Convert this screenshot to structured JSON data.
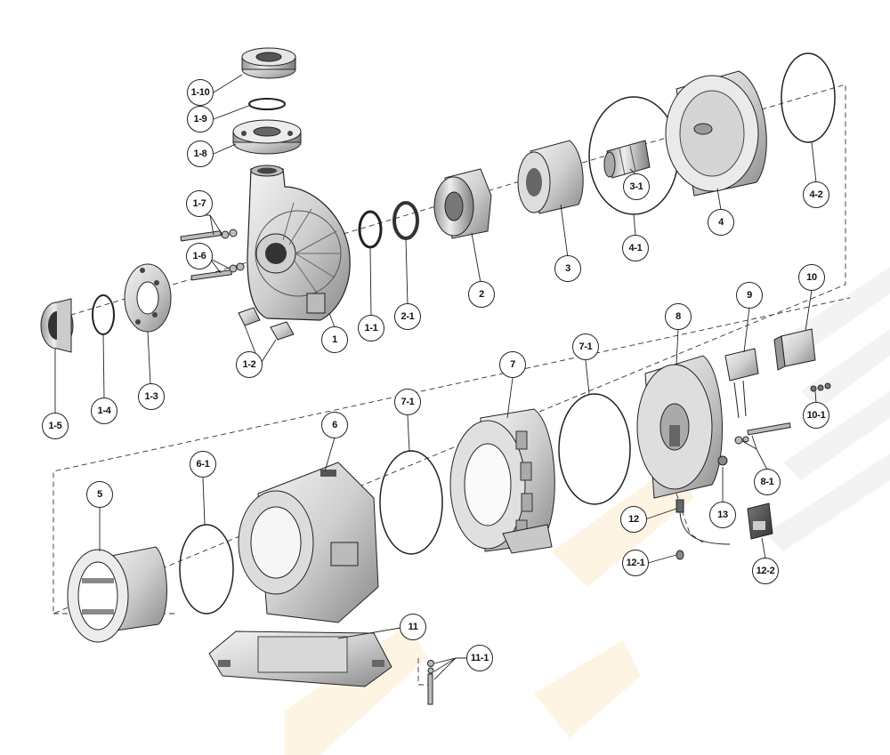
{
  "diagram": {
    "labels": {
      "p1_10": "1-10",
      "p1_9": "1-9",
      "p1_8": "1-8",
      "p1_7": "1-7",
      "p1_6": "1-6",
      "p1_5": "1-5",
      "p1_4": "1-4",
      "p1_3": "1-3",
      "p1_2": "1-2",
      "p1": "1",
      "p1_1": "1-1",
      "p2_1": "2-1",
      "p2": "2",
      "p3": "3",
      "p3_1": "3-1",
      "p4_1": "4-1",
      "p4": "4",
      "p4_2": "4-2",
      "p5": "5",
      "p6": "6",
      "p6_1": "6-1",
      "p7_1a": "7-1",
      "p7": "7",
      "p7_1b": "7-1",
      "p8": "8",
      "p9": "9",
      "p10": "10",
      "p10_1": "10-1",
      "p8_1": "8-1",
      "p11": "11",
      "p11_1": "11-1",
      "p12": "12",
      "p12_1": "12-1",
      "p12_2": "12-2",
      "p13": "13"
    }
  }
}
